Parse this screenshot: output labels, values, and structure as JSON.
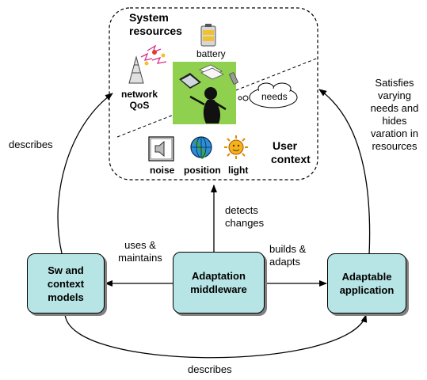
{
  "context_cloud": {
    "system_resources": [
      "System",
      "resources"
    ],
    "battery": "battery",
    "network_qos": [
      "network",
      "QoS"
    ],
    "needs": "needs",
    "user_context": [
      "User",
      "context"
    ],
    "noise": "noise",
    "position": "position",
    "light": "light"
  },
  "boxes": {
    "models": [
      "Sw and",
      "context",
      "models"
    ],
    "middleware": [
      "Adaptation",
      "middleware"
    ],
    "application": [
      "Adaptable",
      "application"
    ]
  },
  "edges": {
    "describes_left": "describes",
    "detects_changes": [
      "detects",
      "changes"
    ],
    "uses_maintains": [
      "uses &",
      "maintains"
    ],
    "builds_adapts": [
      "builds &",
      "adapts"
    ],
    "satisfies": [
      "Satisfies",
      "varying",
      "needs and",
      "hides",
      "varation in",
      "resources"
    ],
    "describes_bottom": "describes"
  },
  "colors": {
    "box_fill": "#b7e4e4",
    "user_panel": "#8fd14f",
    "shadow": "#808080"
  }
}
